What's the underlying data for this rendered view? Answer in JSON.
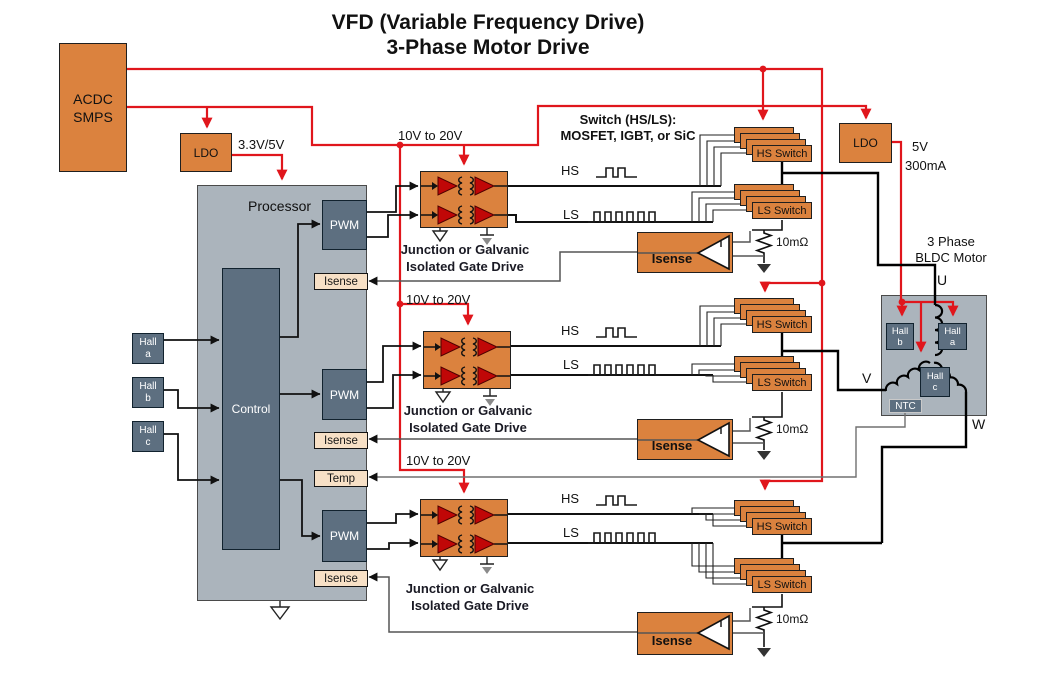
{
  "title": {
    "line1": "VFD (Variable Frequency Drive)",
    "line2": "3-Phase Motor Drive"
  },
  "power": {
    "acdc_line1": "ACDC",
    "acdc_line2": "SMPS",
    "ldo_label": "LDO",
    "logic_rail_label": "3.3V/5V",
    "gate_rail_label": "10V to 20V",
    "aux_rail_voltage": "5V",
    "aux_rail_current": "300mA"
  },
  "processor": {
    "label": "Processor",
    "control_label": "Control",
    "pwm_label": "PWM",
    "isense_port_label": "Isense",
    "temp_port_label": "Temp"
  },
  "hall_inputs": {
    "word": "Hall",
    "a": "a",
    "b": "b",
    "c": "c"
  },
  "gate_drive": {
    "caption_line1": "Junction or Galvanic",
    "caption_line2": "Isolated Gate Drive"
  },
  "switch": {
    "note_line1": "Switch (HS/LS):",
    "note_line2": "MOSFET, IGBT, or SiC",
    "hs_label": "HS",
    "ls_label": "LS",
    "hs_switch_label": "HS Switch",
    "ls_switch_label": "LS Switch",
    "shunt_label": "10mΩ"
  },
  "isense": {
    "label": "Isense"
  },
  "motor": {
    "title_line1": "3 Phase",
    "title_line2": "BLDC Motor",
    "ntc_label": "NTC",
    "phase_u": "U",
    "phase_v": "V",
    "phase_w": "W"
  }
}
